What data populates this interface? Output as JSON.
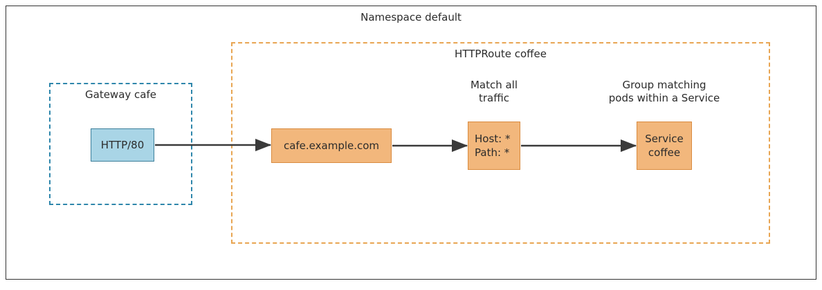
{
  "diagram": {
    "namespace": {
      "title": "Namespace default",
      "border_color": "#333333"
    },
    "gateway": {
      "title": "Gateway cafe",
      "border_color": "#2e86ab",
      "listener": {
        "label": "HTTP/80",
        "fill": "#a9d5e6",
        "stroke": "#3d7f9b"
      }
    },
    "httproute": {
      "title": "HTTPRoute coffee",
      "border_color": "#e8a552",
      "hostname_node": {
        "label": "cafe.example.com",
        "fill": "#f2b77c",
        "stroke": "#d98b3f"
      },
      "match_node": {
        "line1": "Host: *",
        "line2": "Path: *",
        "fill": "#f2b77c",
        "stroke": "#d98b3f"
      },
      "match_annotation": {
        "line1": "Match all",
        "line2": "traffic"
      },
      "service_node": {
        "line1": "Service",
        "line2": "coffee",
        "fill": "#f2b77c",
        "stroke": "#d98b3f"
      },
      "service_annotation": {
        "line1": "Group matching",
        "line2": "pods within a Service"
      }
    },
    "edges": {
      "color": "#3a3a3a"
    }
  }
}
